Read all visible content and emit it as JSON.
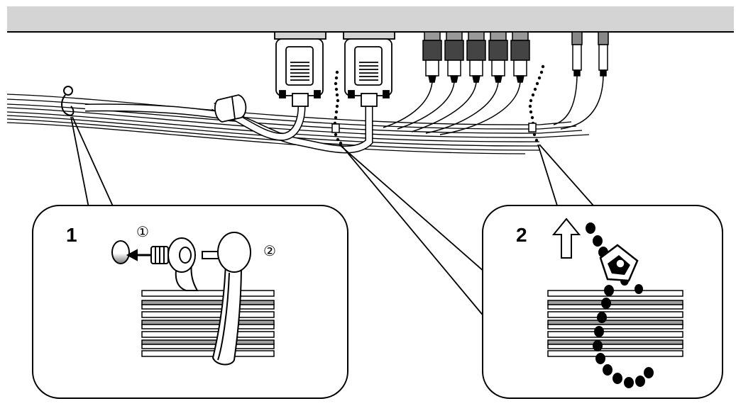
{
  "panels": [
    {
      "step": "1",
      "markers": [
        "①",
        "②"
      ]
    },
    {
      "step": "2",
      "arrow_direction": "up"
    }
  ],
  "colors": {
    "line": "#000000",
    "panel_fill": "#ffffff",
    "rail": "#d4d4d4",
    "cable_gray": "#9a9a9a"
  }
}
